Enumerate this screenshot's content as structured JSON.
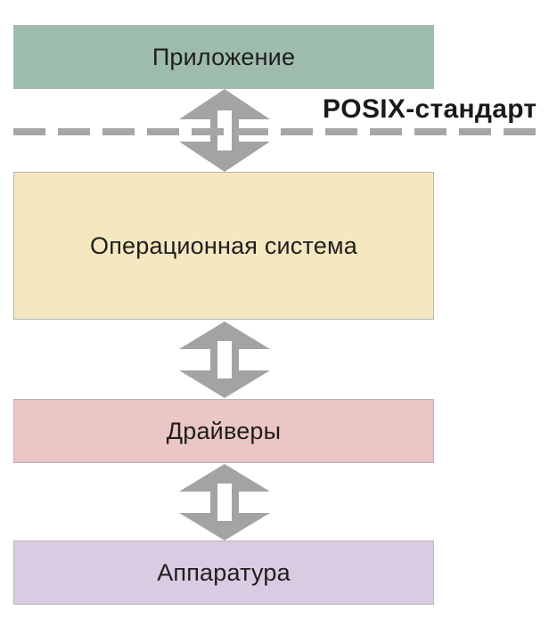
{
  "layers": [
    {
      "label": "Приложение",
      "color": "#9dbcad"
    },
    {
      "label": "Операционная система",
      "color": "#f5e8c1"
    },
    {
      "label": "Драйверы",
      "color": "#eac6c4"
    },
    {
      "label": "Аппаратура",
      "color": "#dacbe2"
    }
  ],
  "boundary": {
    "label": "POSIX-стандарт",
    "line_color": "#a6a6a6"
  },
  "arrow_color": "#a3a3a3",
  "arrow_icon": "double-arrow-vertical-icon"
}
